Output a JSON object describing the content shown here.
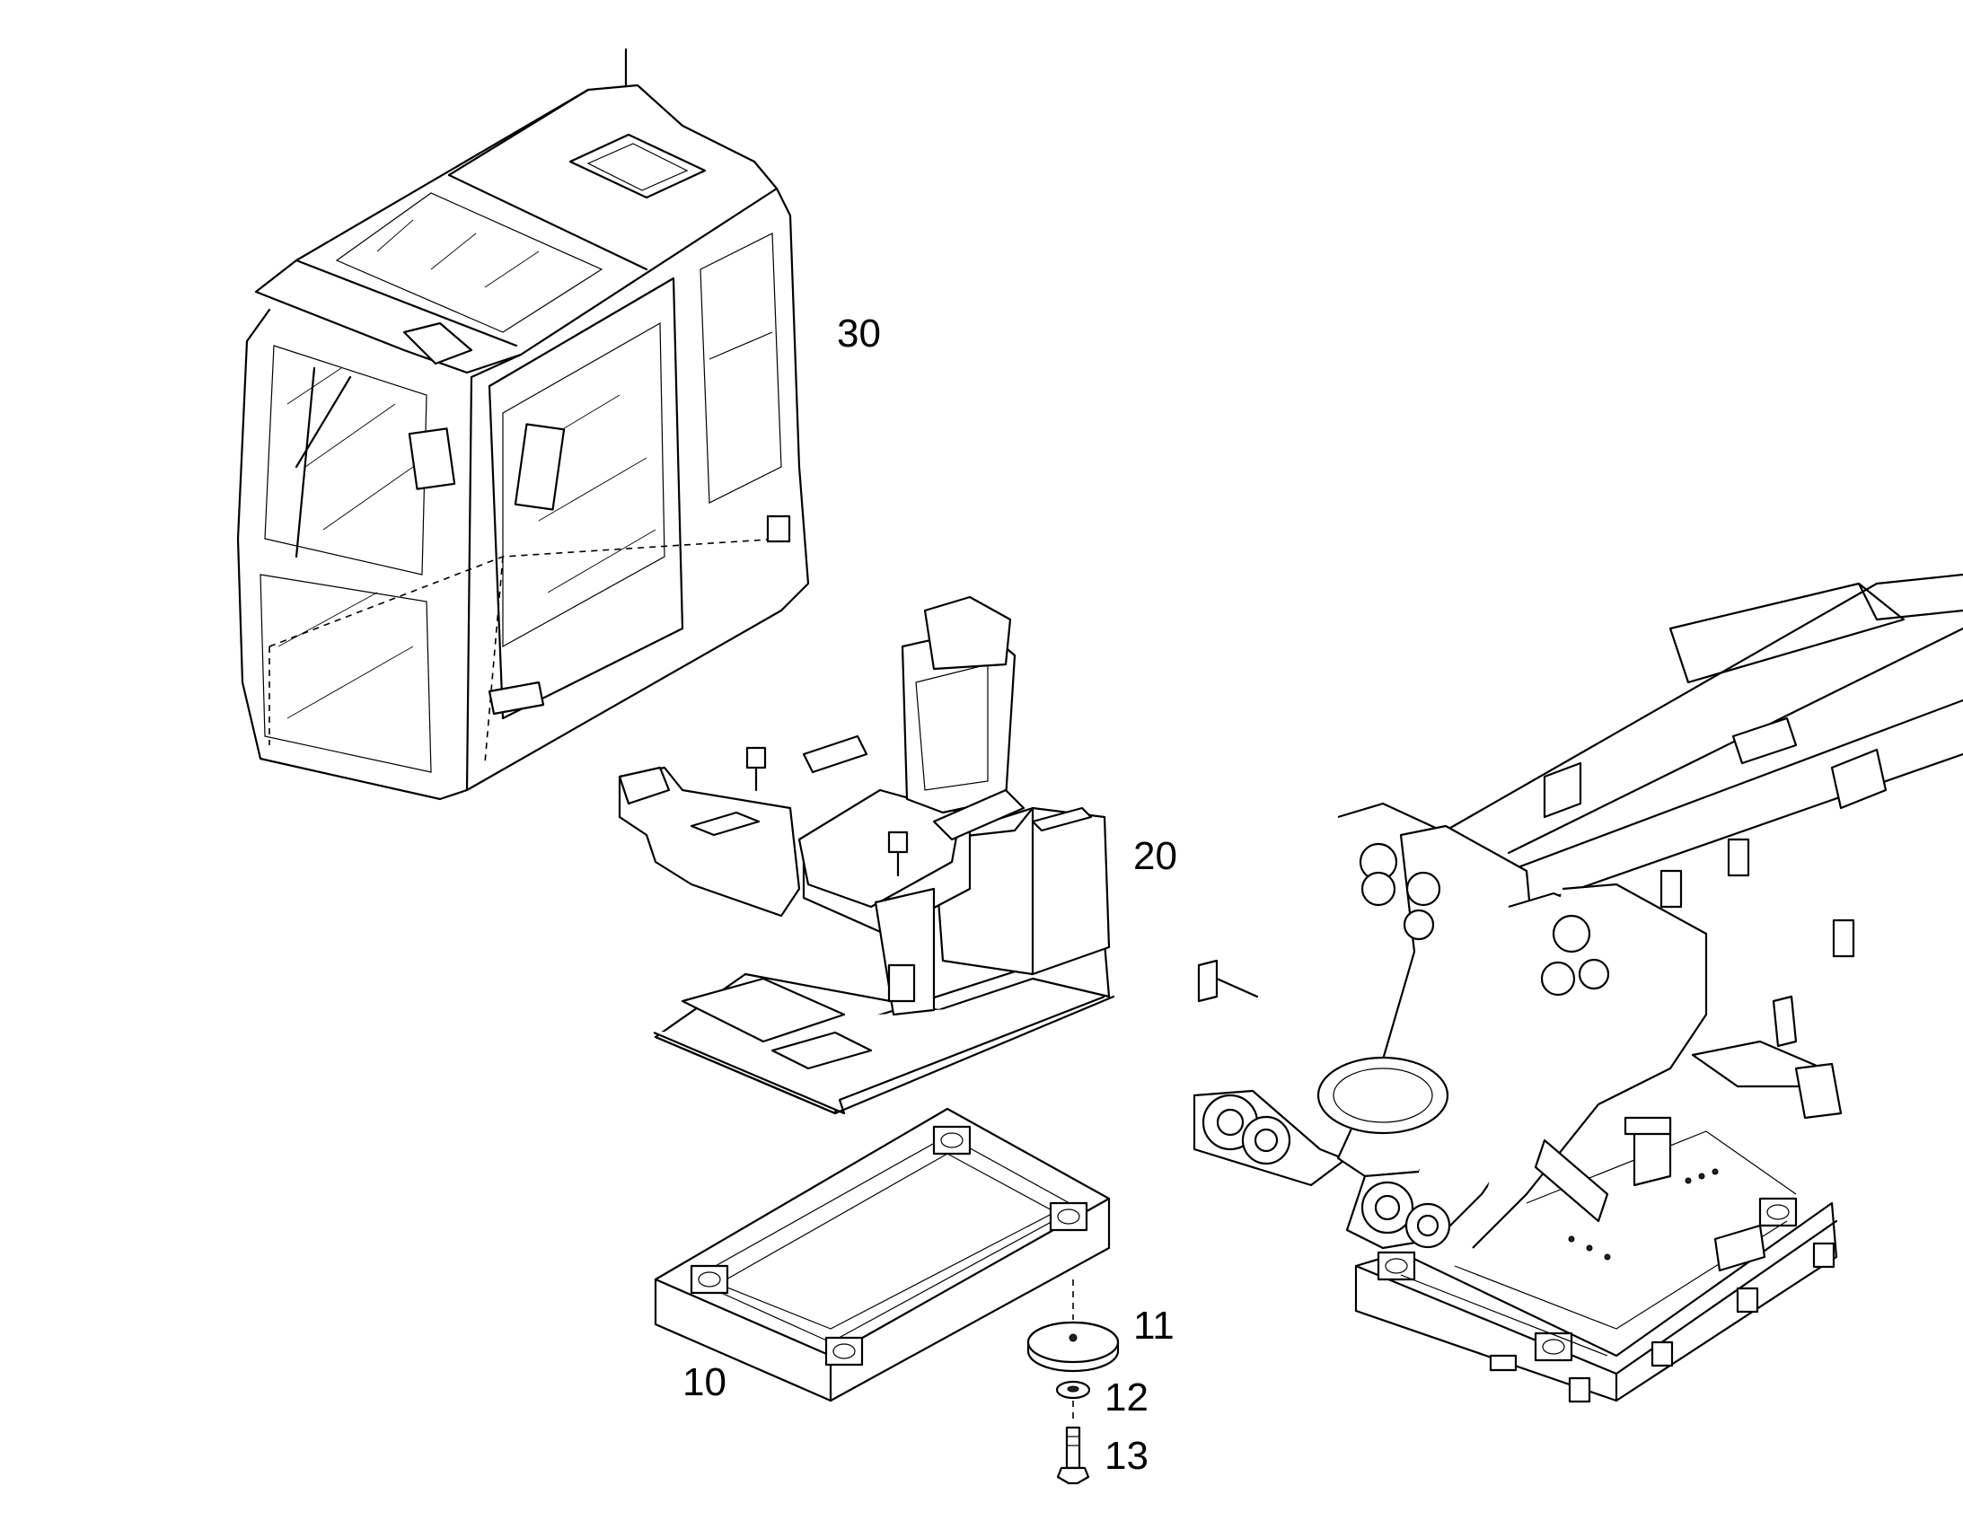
{
  "labels": {
    "cab": "30",
    "seat": "20",
    "frame": "10",
    "mount": "11",
    "washer": "12",
    "bolt": "13"
  }
}
